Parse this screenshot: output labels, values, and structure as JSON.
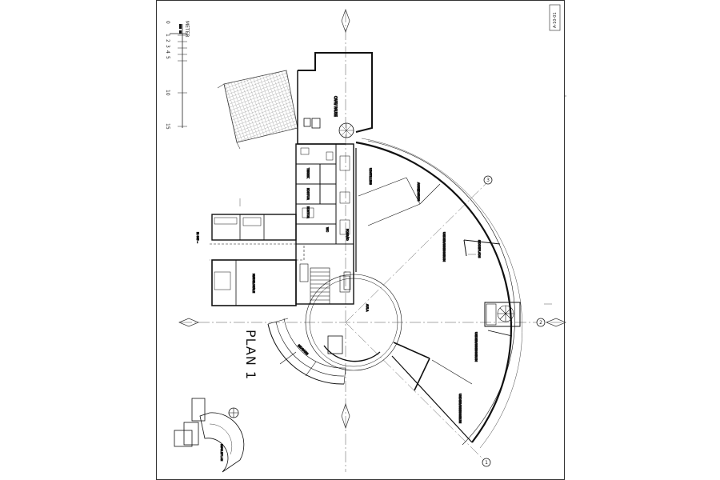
{
  "drawing": {
    "sheet_number": "A-10-01",
    "plan_title": "PLAN 1",
    "grid_markers": [
      "1",
      "2",
      "3"
    ],
    "scale_bar": {
      "unit": "METER",
      "labels": [
        "0",
        "1",
        "2",
        "3",
        "4",
        "5",
        "10",
        "15"
      ]
    }
  },
  "rooms": [
    {
      "id": "cafe-pause",
      "label": "CAFE/ PAUSE"
    },
    {
      "id": "tech-1",
      "label": "TEKNIK"
    },
    {
      "id": "office-a",
      "label": "KONTOR"
    },
    {
      "id": "office-b",
      "label": "KONTOR"
    },
    {
      "id": "wc",
      "label": "WC"
    },
    {
      "id": "storage",
      "label": "FORRÅD"
    },
    {
      "id": "hall-1",
      "label": "UDSTILLING"
    },
    {
      "id": "arc-room-1",
      "label": "ARBEJDSRUM"
    },
    {
      "id": "arc-room-2",
      "label": "SIDDEPLADS"
    },
    {
      "id": "arc-room-3",
      "label": "UNDERVISNINGSRUM"
    },
    {
      "id": "arc-room-4",
      "label": "UNDERVISNINGSRUM"
    },
    {
      "id": "arc-room-5",
      "label": "UNDERVISNINGSRUM"
    },
    {
      "id": "aula",
      "label": "AULA"
    },
    {
      "id": "west-room",
      "label": "MØDELOKALE"
    },
    {
      "id": "entry",
      "label": "INDGANG"
    },
    {
      "id": "key-plan",
      "label": "NØGLEPLAN"
    }
  ]
}
